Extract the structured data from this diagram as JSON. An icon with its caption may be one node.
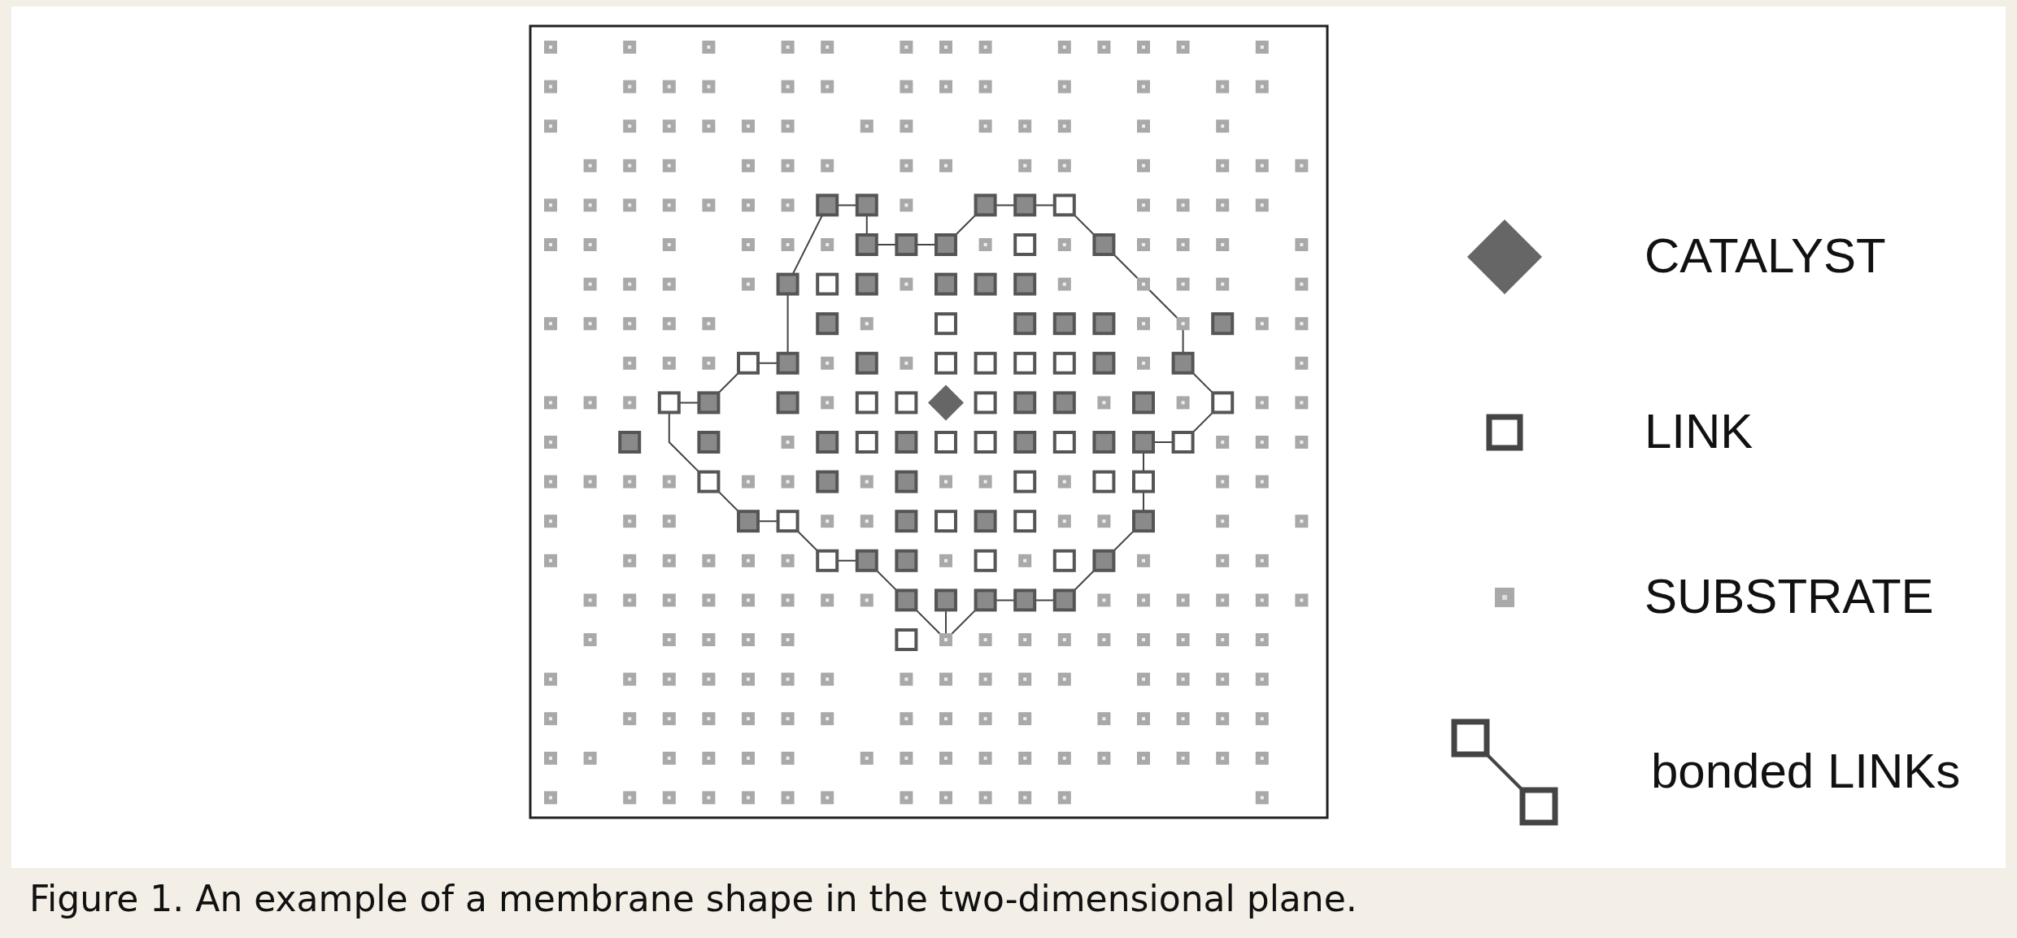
{
  "diagram": {
    "caption": "Figure 1. An example of a membrane shape in the two-dimensional plane.",
    "legend": [
      {
        "text": "CATALYST"
      },
      {
        "text": "LINK"
      },
      {
        "text": "SUBSTRATE"
      },
      {
        "text": "bonded LINKs"
      }
    ]
  }
}
